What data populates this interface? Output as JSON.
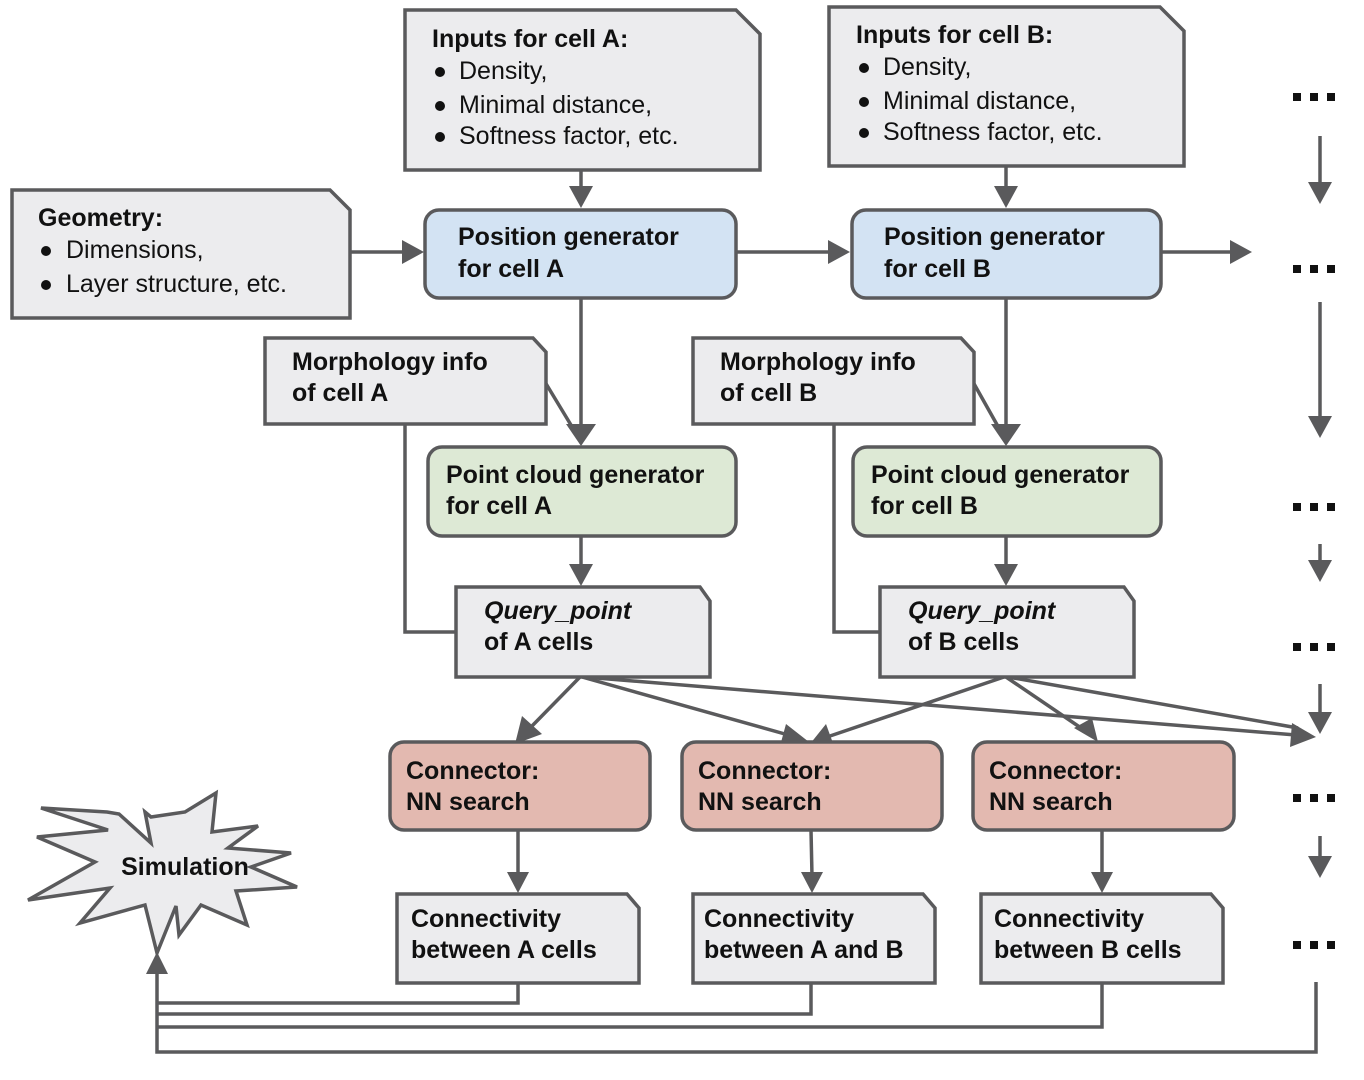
{
  "diagram": {
    "title": "",
    "nodes": {
      "inputs_a": {
        "title": "Inputs for cell A:",
        "items": [
          "Density,",
          "Minimal distance,",
          "Softness factor, etc."
        ]
      },
      "inputs_b": {
        "title": "Inputs for cell B:",
        "items": [
          "Density,",
          "Minimal distance,",
          "Softness factor, etc."
        ]
      },
      "geometry": {
        "title": "Geometry:",
        "items": [
          "Dimensions,",
          "Layer structure, etc."
        ]
      },
      "posgen_a": {
        "lines": [
          "Position generator",
          "for cell A"
        ]
      },
      "posgen_b": {
        "lines": [
          "Position generator",
          "for cell B"
        ]
      },
      "morph_a": {
        "lines": [
          "Morphology info",
          "of cell A"
        ]
      },
      "morph_b": {
        "lines": [
          "Morphology info",
          "of cell B"
        ]
      },
      "pcg_a": {
        "lines": [
          "Point cloud generator",
          "for cell A"
        ]
      },
      "pcg_b": {
        "lines": [
          "Point cloud generator",
          "for cell B"
        ]
      },
      "query_a": {
        "lines": [
          "Query_point",
          "of A cells"
        ]
      },
      "query_b": {
        "lines": [
          "Query_point",
          "of B cells"
        ]
      },
      "conn_1": {
        "lines": [
          "Connector:",
          "NN search"
        ]
      },
      "conn_2": {
        "lines": [
          "Connector:",
          "NN search"
        ]
      },
      "conn_3": {
        "lines": [
          "Connector:",
          "NN search"
        ]
      },
      "connectivity_aa": {
        "lines": [
          "Connectivity",
          "between  A cells"
        ]
      },
      "connectivity_ab": {
        "lines": [
          "Connectivity",
          "between  A and B"
        ]
      },
      "connectivity_bb": {
        "lines": [
          "Connectivity",
          "between  B cells"
        ]
      },
      "simulation": {
        "label": "Simulation"
      }
    },
    "colors": {
      "document": "#ececee",
      "position_generator": "#d3e3f3",
      "point_cloud_generator": "#dde9d5",
      "connector": "#e3b9b0",
      "stroke": "#5a5a5c"
    },
    "edges": [
      [
        "inputs_a",
        "posgen_a"
      ],
      [
        "geometry",
        "posgen_a"
      ],
      [
        "posgen_a",
        "posgen_b"
      ],
      [
        "inputs_b",
        "posgen_b"
      ],
      [
        "posgen_b",
        "more"
      ],
      [
        "posgen_a",
        "pcg_a"
      ],
      [
        "morph_a",
        "pcg_a"
      ],
      [
        "morph_a",
        "query_a"
      ],
      [
        "posgen_b",
        "pcg_b"
      ],
      [
        "morph_b",
        "pcg_b"
      ],
      [
        "morph_b",
        "query_b"
      ],
      [
        "pcg_a",
        "query_a"
      ],
      [
        "pcg_b",
        "query_b"
      ],
      [
        "query_a",
        "conn_1"
      ],
      [
        "query_a",
        "conn_2"
      ],
      [
        "query_a",
        "more"
      ],
      [
        "query_b",
        "conn_2"
      ],
      [
        "query_b",
        "conn_3"
      ],
      [
        "query_b",
        "more"
      ],
      [
        "conn_1",
        "connectivity_aa"
      ],
      [
        "conn_2",
        "connectivity_ab"
      ],
      [
        "conn_3",
        "connectivity_bb"
      ],
      [
        "connectivity_aa",
        "simulation"
      ],
      [
        "connectivity_ab",
        "simulation"
      ],
      [
        "connectivity_bb",
        "simulation"
      ],
      [
        "more",
        "simulation"
      ]
    ],
    "continuation_marker": "■■■"
  }
}
